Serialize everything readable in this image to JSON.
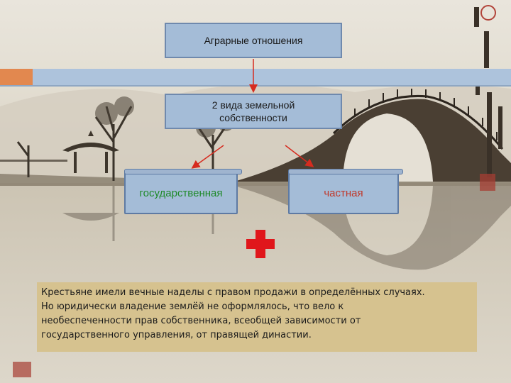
{
  "diagram": {
    "top_box": "Аграрные отношения",
    "middle_box_line1": "2 вида земельной",
    "middle_box_line2": "собственности",
    "left_node": "государственная",
    "right_node": "частная"
  },
  "paragraph": {
    "line1": "Крестьяне имели вечные наделы с правом продажи в определённых случаях.",
    "line2": "Но юридически владение землёй не оформлялось, что вело к",
    "line3": "необеспеченности прав собственника, всеобщей зависимости от",
    "line4": "государственного управления, от правящей династии."
  },
  "colors": {
    "node_fill": "#a4bcd7",
    "accent_orange": "#e2884f",
    "cross_red": "#e0161b",
    "text_box_fill": "#d6c28f",
    "left_node_text": "#1f8a2a",
    "right_node_text": "#c0392b"
  },
  "icons": [
    "red-cross-icon",
    "seal-stamp-icon"
  ]
}
